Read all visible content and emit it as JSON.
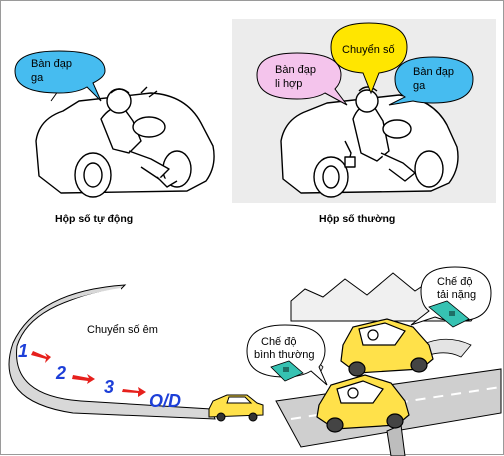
{
  "panels": {
    "automatic": {
      "caption": "Hộp số tự động",
      "bubble_gas": [
        "Bàn đạp",
        "ga"
      ]
    },
    "manual": {
      "caption": "Hộp số thường",
      "bubble_clutch": [
        "Bàn đạp",
        "li hợp"
      ],
      "bubble_shift": "Chuyển số",
      "bubble_gas": [
        "Bàn đạp",
        "ga"
      ]
    },
    "smooth_shift": {
      "label": "Chuyển số êm",
      "gears": [
        "1",
        "2",
        "3",
        "O/D"
      ],
      "bubble_normal": [
        "Chế độ",
        "bình thường"
      ],
      "bubble_power": [
        "Chế độ",
        "tải nặng"
      ]
    }
  },
  "colors": {
    "bubble_blue": "#46bcf0",
    "bubble_pink": "#f4c4ec",
    "bubble_yellow": "#ffe600",
    "car_yellow": "#ffe14a",
    "arrow_red": "#e6201c",
    "gear_blue": "#1d3fd8",
    "road_gray": "#cfcfcf",
    "mode_teal": "#36c2b2",
    "panel_bg": "#ececec"
  }
}
